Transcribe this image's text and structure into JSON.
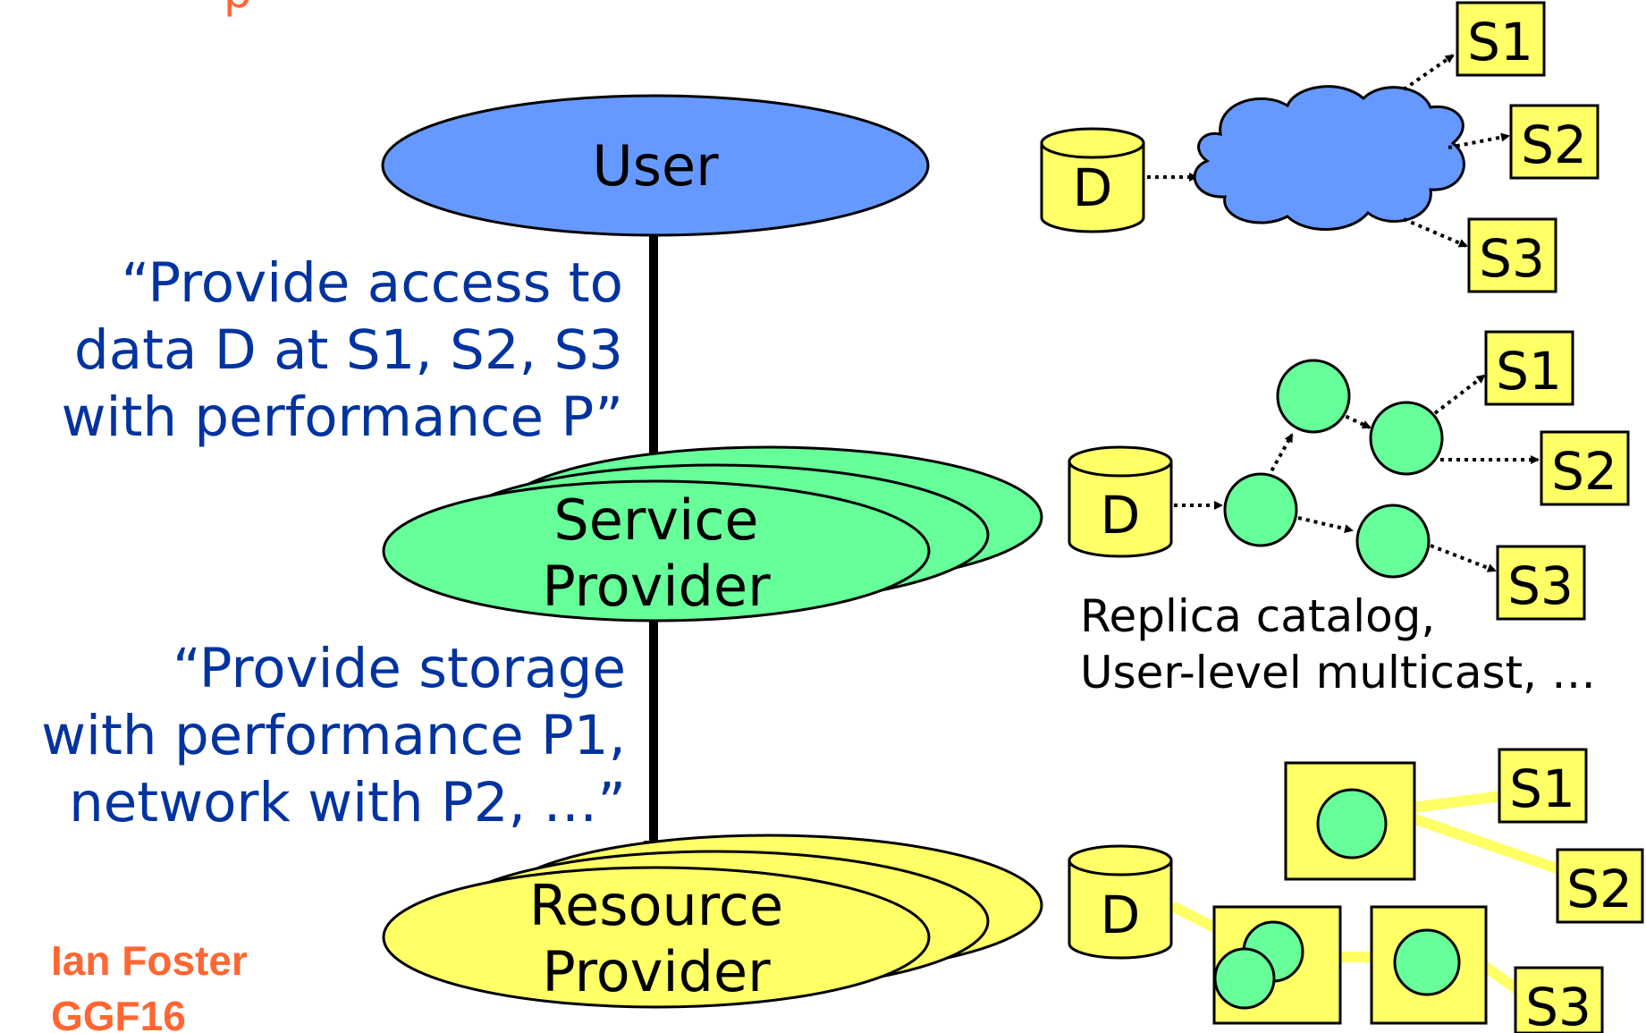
{
  "title_fragment": "p",
  "hierarchy": {
    "user": "User",
    "service_provider": [
      "Service",
      "Provider"
    ],
    "resource_provider": [
      "Resource",
      "Provider"
    ]
  },
  "requests": {
    "to_service": [
      "“Provide access to",
      "data D at S1, S2, S3",
      "with performance P”"
    ],
    "to_resource": [
      "“Provide storage",
      "with performance P1,",
      "network with P2, …”"
    ]
  },
  "examples": {
    "data_label": "D",
    "sites": [
      "S1",
      "S2",
      "S3"
    ],
    "service_caption": [
      "Replica catalog,",
      "User-level multicast, …"
    ]
  },
  "credit": {
    "author": "Ian Foster",
    "event": "GGF16"
  },
  "colors": {
    "user_fill": "#6699ff",
    "service_fill": "#66ff99",
    "resource_fill": "#ffff66",
    "site_fill": "#ffff66",
    "request_text": "#0033a0",
    "credit_text": "#ff6633",
    "link_color": "#ffff66"
  }
}
